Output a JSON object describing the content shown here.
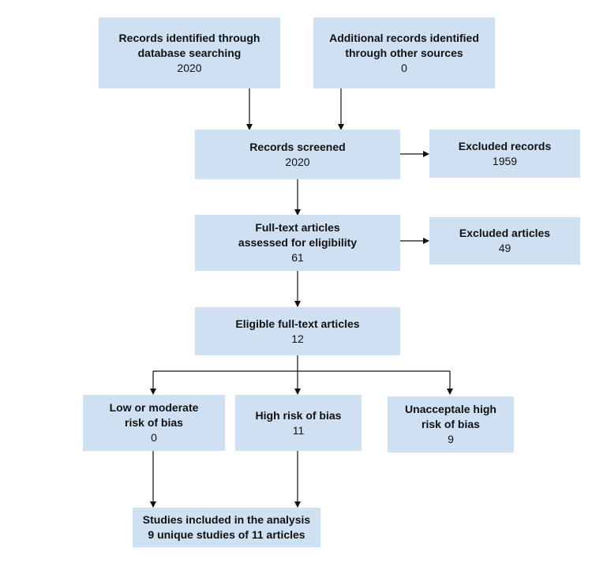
{
  "diagram": {
    "records_db": {
      "line1": "Records identified through",
      "line2": "database searching",
      "count": "2020"
    },
    "records_other": {
      "line1": "Additional records identified",
      "line2": "through other sources",
      "count": "0"
    },
    "screened": {
      "line1": "Records screened",
      "count": "2020"
    },
    "excluded_records": {
      "line1": "Excluded records",
      "count": "1959"
    },
    "fulltext": {
      "line1": "Full-text articles",
      "line2": "assessed for eligibility",
      "count": "61"
    },
    "excluded_articles": {
      "line1": "Excluded articles",
      "count": "49"
    },
    "eligible": {
      "line1": "Eligible full-text articles",
      "count": "12"
    },
    "low_bias": {
      "line1": "Low or moderate",
      "line2": "risk of bias",
      "count": "0"
    },
    "high_bias": {
      "line1": "High risk of bias",
      "count": "11"
    },
    "unacceptable_bias": {
      "line1": "Unaccepta­le high",
      "line2": "risk of bias",
      "count": "9"
    },
    "included": {
      "line1": "Studies included in the analysis",
      "line2": "9 unique studies of 11 articles"
    }
  }
}
